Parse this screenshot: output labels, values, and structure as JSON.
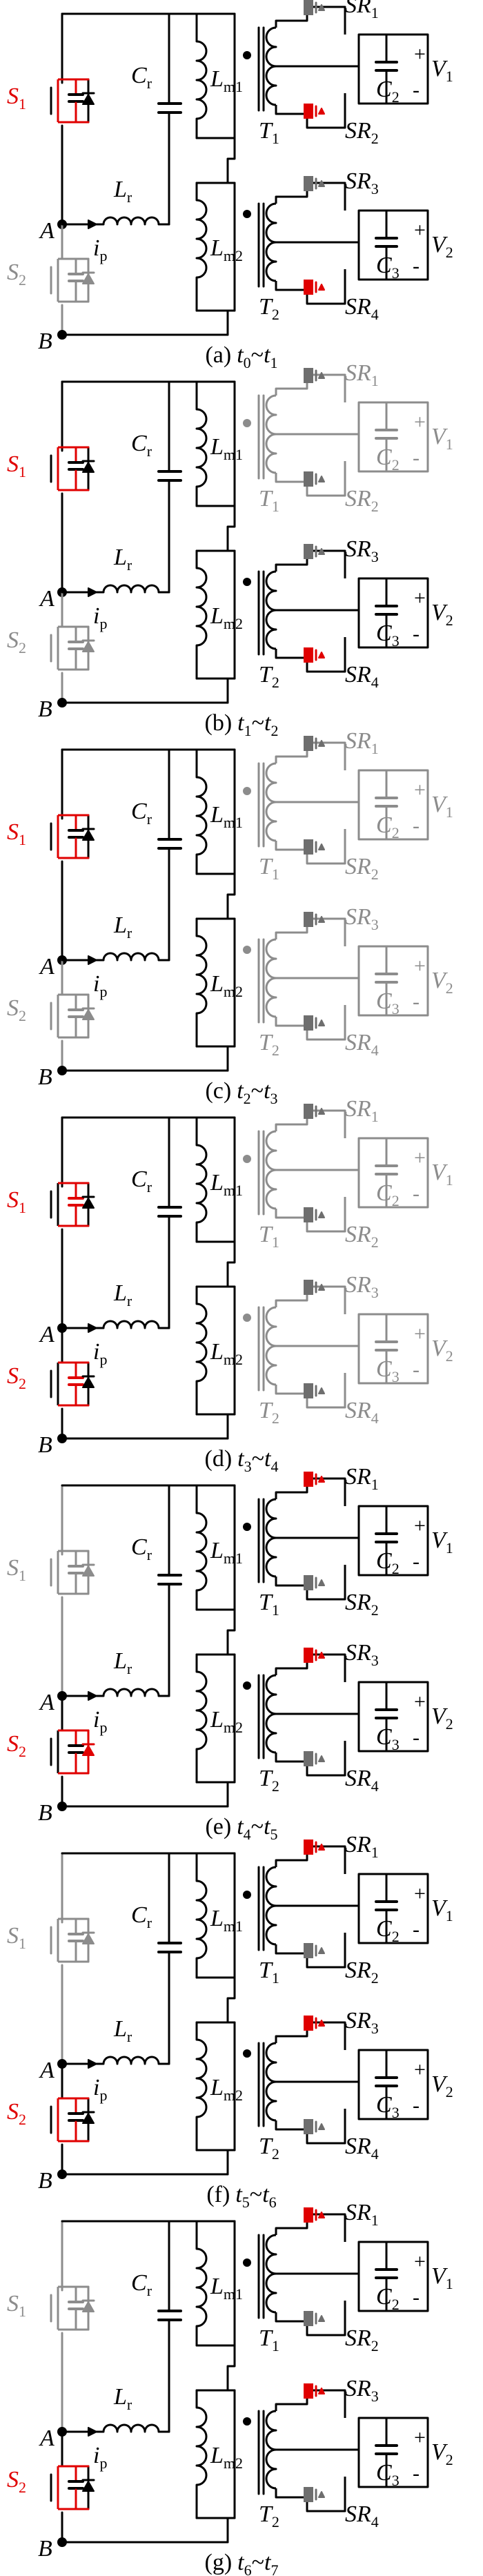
{
  "colors": {
    "active": "#000000",
    "inactive": "#8c8c8c",
    "highlight": "#e00000",
    "device_fill": "#6e6e6e"
  },
  "symbols": {
    "S1": "S",
    "S1_sub": "1",
    "S2": "S",
    "S2_sub": "2",
    "Lr": "L",
    "Lr_sub": "r",
    "Cr": "C",
    "Cr_sub": "r",
    "Lm1": "L",
    "Lm1_sub": "m1",
    "Lm2": "L",
    "Lm2_sub": "m2",
    "ip": "i",
    "ip_sub": "p",
    "A": "A",
    "B": "B",
    "T1": "T",
    "T1_sub": "1",
    "T2": "T",
    "T2_sub": "2",
    "SR1": "SR",
    "SR1_sub": "1",
    "SR2": "SR",
    "SR2_sub": "2",
    "SR3": "SR",
    "SR3_sub": "3",
    "SR4": "SR",
    "SR4_sub": "4",
    "C2": "C",
    "C2_sub": "2",
    "C3": "C",
    "C3_sub": "3",
    "V1": "V",
    "V1_sub": "1",
    "V2": "V",
    "V2_sub": "2",
    "plus": "+",
    "minus": "-"
  },
  "panels": [
    {
      "label": "(a)",
      "t_start": "t",
      "t_start_sub": "0",
      "sep": "~",
      "t_end": "t",
      "t_end_sub": "1",
      "states": {
        "S1": "on",
        "S2": "off",
        "T1": "active",
        "T2": "active",
        "SR1": "off",
        "SR2": "on",
        "SR3": "off",
        "SR4": "on",
        "diode_S1": false,
        "diode_S2": false
      }
    },
    {
      "label": "(b)",
      "t_start": "t",
      "t_start_sub": "1",
      "sep": "~",
      "t_end": "t",
      "t_end_sub": "2",
      "states": {
        "S1": "on",
        "S2": "off",
        "T1": "inactive",
        "T2": "active",
        "SR1": "off",
        "SR2": "off",
        "SR3": "off",
        "SR4": "on",
        "diode_S1": false,
        "diode_S2": false
      }
    },
    {
      "label": "(c)",
      "t_start": "t",
      "t_start_sub": "2",
      "sep": "~",
      "t_end": "t",
      "t_end_sub": "3",
      "states": {
        "S1": "on",
        "S2": "off",
        "T1": "inactive",
        "T2": "inactive",
        "SR1": "off",
        "SR2": "off",
        "SR3": "off",
        "SR4": "off",
        "diode_S1": false,
        "diode_S2": false
      }
    },
    {
      "label": "(d)",
      "t_start": "t",
      "t_start_sub": "3",
      "sep": "~",
      "t_end": "t",
      "t_end_sub": "4",
      "states": {
        "S1": "cap",
        "S2": "cap",
        "T1": "inactive",
        "T2": "inactive",
        "SR1": "off",
        "SR2": "off",
        "SR3": "off",
        "SR4": "off",
        "diode_S1": false,
        "diode_S2": false
      }
    },
    {
      "label": "(e)",
      "t_start": "t",
      "t_start_sub": "4",
      "sep": "~",
      "t_end": "t",
      "t_end_sub": "5",
      "states": {
        "S1": "off",
        "S2": "diode",
        "T1": "active",
        "T2": "active",
        "SR1": "on",
        "SR2": "off",
        "SR3": "on",
        "SR4": "off",
        "diode_S1": false,
        "diode_S2": true
      }
    },
    {
      "label": "(f)",
      "t_start": "t",
      "t_start_sub": "5",
      "sep": "~",
      "t_end": "t",
      "t_end_sub": "6",
      "states": {
        "S1": "off",
        "S2": "on",
        "T1": "active",
        "T2": "active",
        "SR1": "on",
        "SR2": "off",
        "SR3": "on",
        "SR4": "off",
        "diode_S1": false,
        "diode_S2": false
      }
    },
    {
      "label": "(g)",
      "t_start": "t",
      "t_start_sub": "6",
      "sep": "~",
      "t_end": "t",
      "t_end_sub": "7",
      "states": {
        "S1": "off",
        "S2": "on",
        "T1": "active",
        "T2": "active",
        "SR1": "on",
        "SR2": "off",
        "SR3": "on",
        "SR4": "off",
        "diode_S1": false,
        "diode_S2": false
      }
    }
  ]
}
